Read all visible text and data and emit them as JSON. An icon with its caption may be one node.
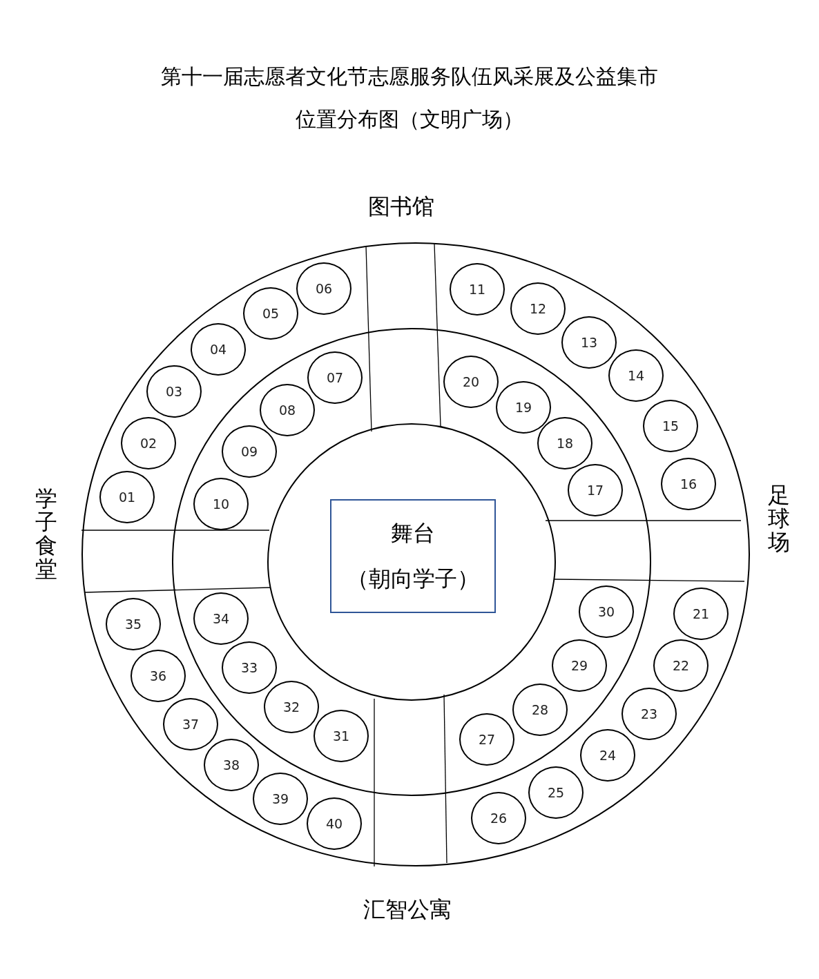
{
  "diagram": {
    "title": "第十一届志愿者文化节志愿服务队伍风采展及公益集市位置分布图（文明广场）",
    "nodes": [
      {
        "text": [
          "舞台",
          "（朝向学子）"
        ]
      },
      {
        "text": [
          "01"
        ]
      },
      {
        "text": [
          "02"
        ]
      },
      {
        "text": [
          "03"
        ]
      },
      {
        "text": [
          "04"
        ]
      },
      {
        "text": [
          "05"
        ]
      },
      {
        "text": [
          "06"
        ]
      },
      {
        "text": [
          "07"
        ]
      },
      {
        "text": [
          "08"
        ]
      },
      {
        "text": [
          "09"
        ]
      },
      {
        "text": [
          "10"
        ]
      },
      {
        "text": [
          "11"
        ]
      },
      {
        "text": [
          "12"
        ]
      },
      {
        "text": [
          "13"
        ]
      },
      {
        "text": [
          "14"
        ]
      },
      {
        "text": [
          "15"
        ]
      },
      {
        "text": [
          "16"
        ]
      },
      {
        "text": [
          "17"
        ]
      },
      {
        "text": [
          "18"
        ]
      },
      {
        "text": [
          "19"
        ]
      },
      {
        "text": [
          "20"
        ]
      },
      {
        "text": [
          "21"
        ]
      },
      {
        "text": [
          "22"
        ]
      },
      {
        "text": [
          "23"
        ]
      },
      {
        "text": [
          "24"
        ]
      },
      {
        "text": [
          "25"
        ]
      },
      {
        "text": [
          "26"
        ]
      },
      {
        "text": [
          "27"
        ]
      },
      {
        "text": [
          "28"
        ]
      },
      {
        "text": [
          "29"
        ]
      },
      {
        "text": [
          "30"
        ]
      },
      {
        "text": [
          "31"
        ]
      },
      {
        "text": [
          "32"
        ]
      },
      {
        "text": [
          "33"
        ]
      },
      {
        "text": [
          "34"
        ]
      },
      {
        "text": [
          "35"
        ]
      },
      {
        "text": [
          "36"
        ]
      },
      {
        "text": [
          "37"
        ]
      },
      {
        "text": [
          "38"
        ]
      },
      {
        "text": [
          "39"
        ]
      },
      {
        "text": [
          "40"
        ]
      }
    ],
    "edges": [],
    "labels": [
      "图书馆",
      "学子食堂",
      "足球场",
      "汇智公寓"
    ]
  }
}
